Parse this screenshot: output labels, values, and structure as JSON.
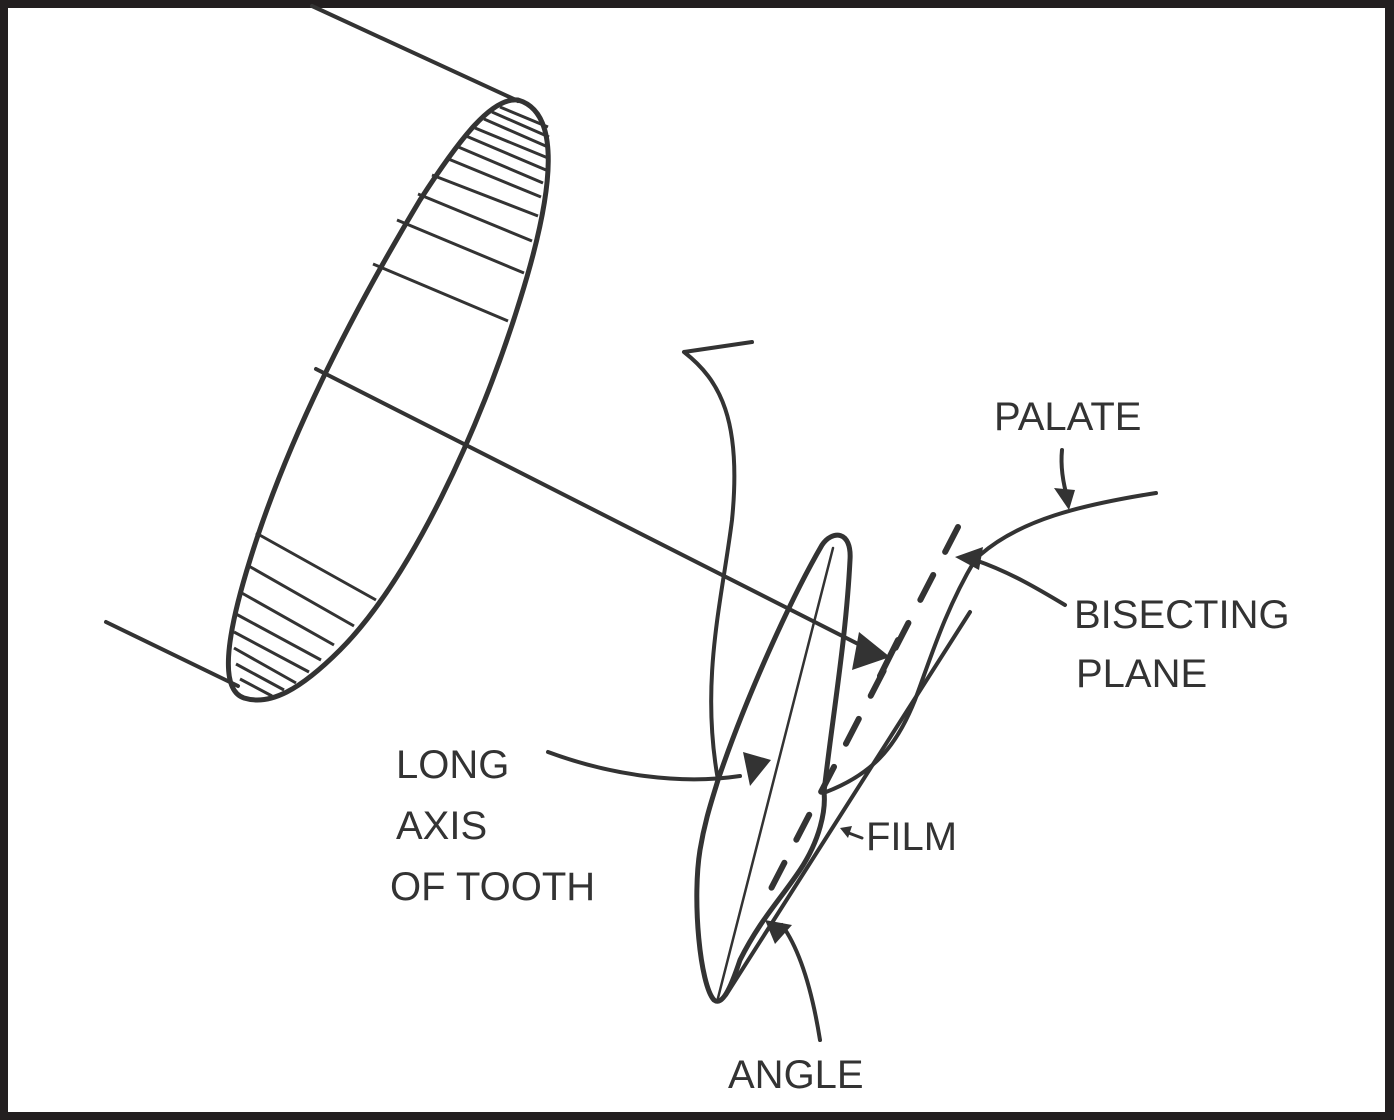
{
  "diagram": {
    "title": "Bisecting angle technique",
    "colors": {
      "ink": "#333333",
      "frame": "#231f20",
      "background": "#ffffff"
    },
    "labels": {
      "palate": "PALATE",
      "bisecting_plane": [
        "BISECTING",
        "PLANE"
      ],
      "long_axis": [
        "LONG",
        "AXIS",
        "OF TOOTH"
      ],
      "film": "FILM",
      "angle": "ANGLE"
    },
    "components": [
      "x-ray tube cone",
      "central ray",
      "tooth",
      "long axis of tooth",
      "bisecting plane (dashed)",
      "film",
      "palate"
    ]
  }
}
